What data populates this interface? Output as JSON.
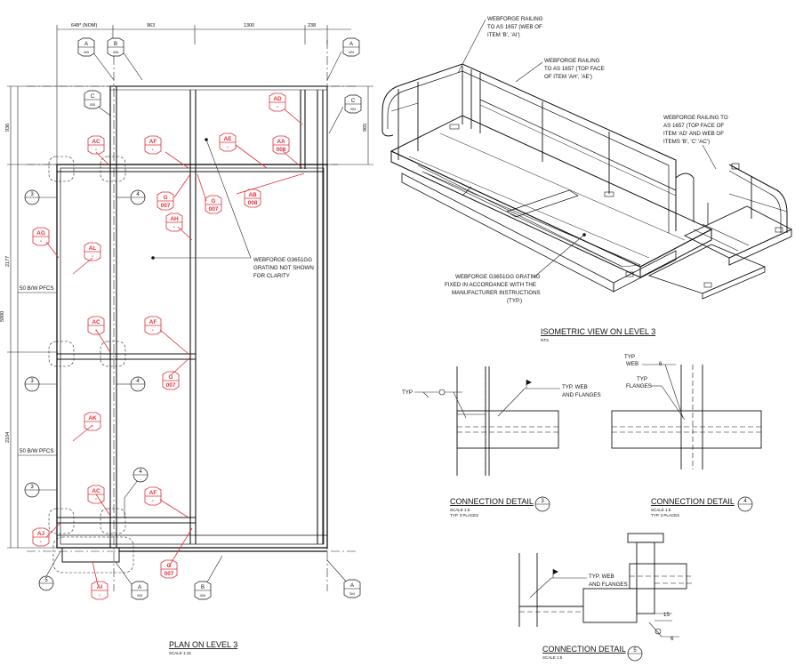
{
  "plan": {
    "title": "PLAN ON LEVEL 3",
    "scale": "SCALE 1:15",
    "dims_top": [
      "648* (NOM)",
      "963",
      "1300",
      "238"
    ],
    "dims_right": "965",
    "dims_left": [
      "936",
      "2177",
      "2104"
    ],
    "dim_overall": "5900",
    "pfc_labels": [
      "50 B/W PFCS",
      "50 B/W PFCS"
    ],
    "grating_note": [
      "WEBFORGE G3651GG",
      "GRATING NOT SHOWN",
      "FOR CLARITY"
    ]
  },
  "iso": {
    "title": "ISOMETRIC VIEW ON LEVEL 3",
    "scale": "NTS",
    "note1": [
      "WEBFORGE RAILING",
      "TO AS 1657 (WEB OF",
      "ITEM 'B', 'AI')"
    ],
    "note2": [
      "WEBFORGE RAILING",
      "TO AS 1657 (TOP FACE",
      "OF ITEM 'AH', 'AE')"
    ],
    "note3": [
      "WEBFORGE RAILING TO",
      "AS 1657 (TOP FACE OF",
      "ITEM 'AD' AND WEB OF",
      "ITEMS 'B', 'C' 'AC')"
    ],
    "note4": [
      "WEBFORGE G3651GG GRATING",
      "FIXED IN ACCORDANCE WITH THE",
      "MANUFACTURER INSTRUCTIONS",
      "(TYP.)"
    ]
  },
  "details": [
    {
      "title": "CONNECTION DETAIL",
      "num": "3",
      "scale": "SCALE 1:5",
      "places": "TYP. 3 PLACES",
      "typ": "TYP",
      "note": [
        "TYP. WEB",
        "AND FLANGES"
      ]
    },
    {
      "title": "CONNECTION DETAIL",
      "num": "4",
      "scale": "SCALE 1:5",
      "places": "TYP. 3 PLACES",
      "typ_web": [
        "TYP",
        "WEB"
      ],
      "typ_fl": [
        "TYP",
        "FLANGES"
      ],
      "weld": "6"
    },
    {
      "title": "CONNECTION DETAIL",
      "num": "5",
      "scale": "SCALE 1:5",
      "note": [
        "TYP. WEB",
        "AND FLANGES"
      ],
      "dim": "15",
      "weld": "6"
    }
  ],
  "red_tags": [
    {
      "id": "AC",
      "sub": "-"
    },
    {
      "id": "AF",
      "sub": "-"
    },
    {
      "id": "AE",
      "sub": "-"
    },
    {
      "id": "AA",
      "sub": "008"
    },
    {
      "id": "AD",
      "sub": "-"
    },
    {
      "id": "G",
      "sub": "007"
    },
    {
      "id": "G",
      "sub": "007"
    },
    {
      "id": "AB",
      "sub": "008"
    },
    {
      "id": "AH",
      "sub": "-"
    },
    {
      "id": "AG",
      "sub": "-"
    },
    {
      "id": "AL",
      "sub": "-"
    },
    {
      "id": "AC",
      "sub": "-"
    },
    {
      "id": "AF",
      "sub": "-"
    },
    {
      "id": "G",
      "sub": "007"
    },
    {
      "id": "AK",
      "sub": "-"
    },
    {
      "id": "AC",
      "sub": "-"
    },
    {
      "id": "AF",
      "sub": "-"
    },
    {
      "id": "AJ",
      "sub": "-"
    },
    {
      "id": "G",
      "sub": "007"
    },
    {
      "id": "AI",
      "sub": "-"
    }
  ],
  "black_tags": [
    {
      "id": "A",
      "sub": "005"
    },
    {
      "id": "B",
      "sub": "006"
    },
    {
      "id": "A",
      "sub": "004"
    },
    {
      "id": "C",
      "sub": "005"
    },
    {
      "id": "C",
      "sub": "004"
    },
    {
      "id": "A",
      "sub": "005"
    },
    {
      "id": "B",
      "sub": "006"
    },
    {
      "id": "A",
      "sub": "004"
    }
  ],
  "section_tags": [
    {
      "id": "3",
      "sub": "-"
    },
    {
      "id": "4",
      "sub": "-"
    },
    {
      "id": "3",
      "sub": "-"
    },
    {
      "id": "4",
      "sub": "-"
    },
    {
      "id": "4",
      "sub": "-"
    },
    {
      "id": "3",
      "sub": "-"
    },
    {
      "id": "5",
      "sub": "-"
    }
  ]
}
